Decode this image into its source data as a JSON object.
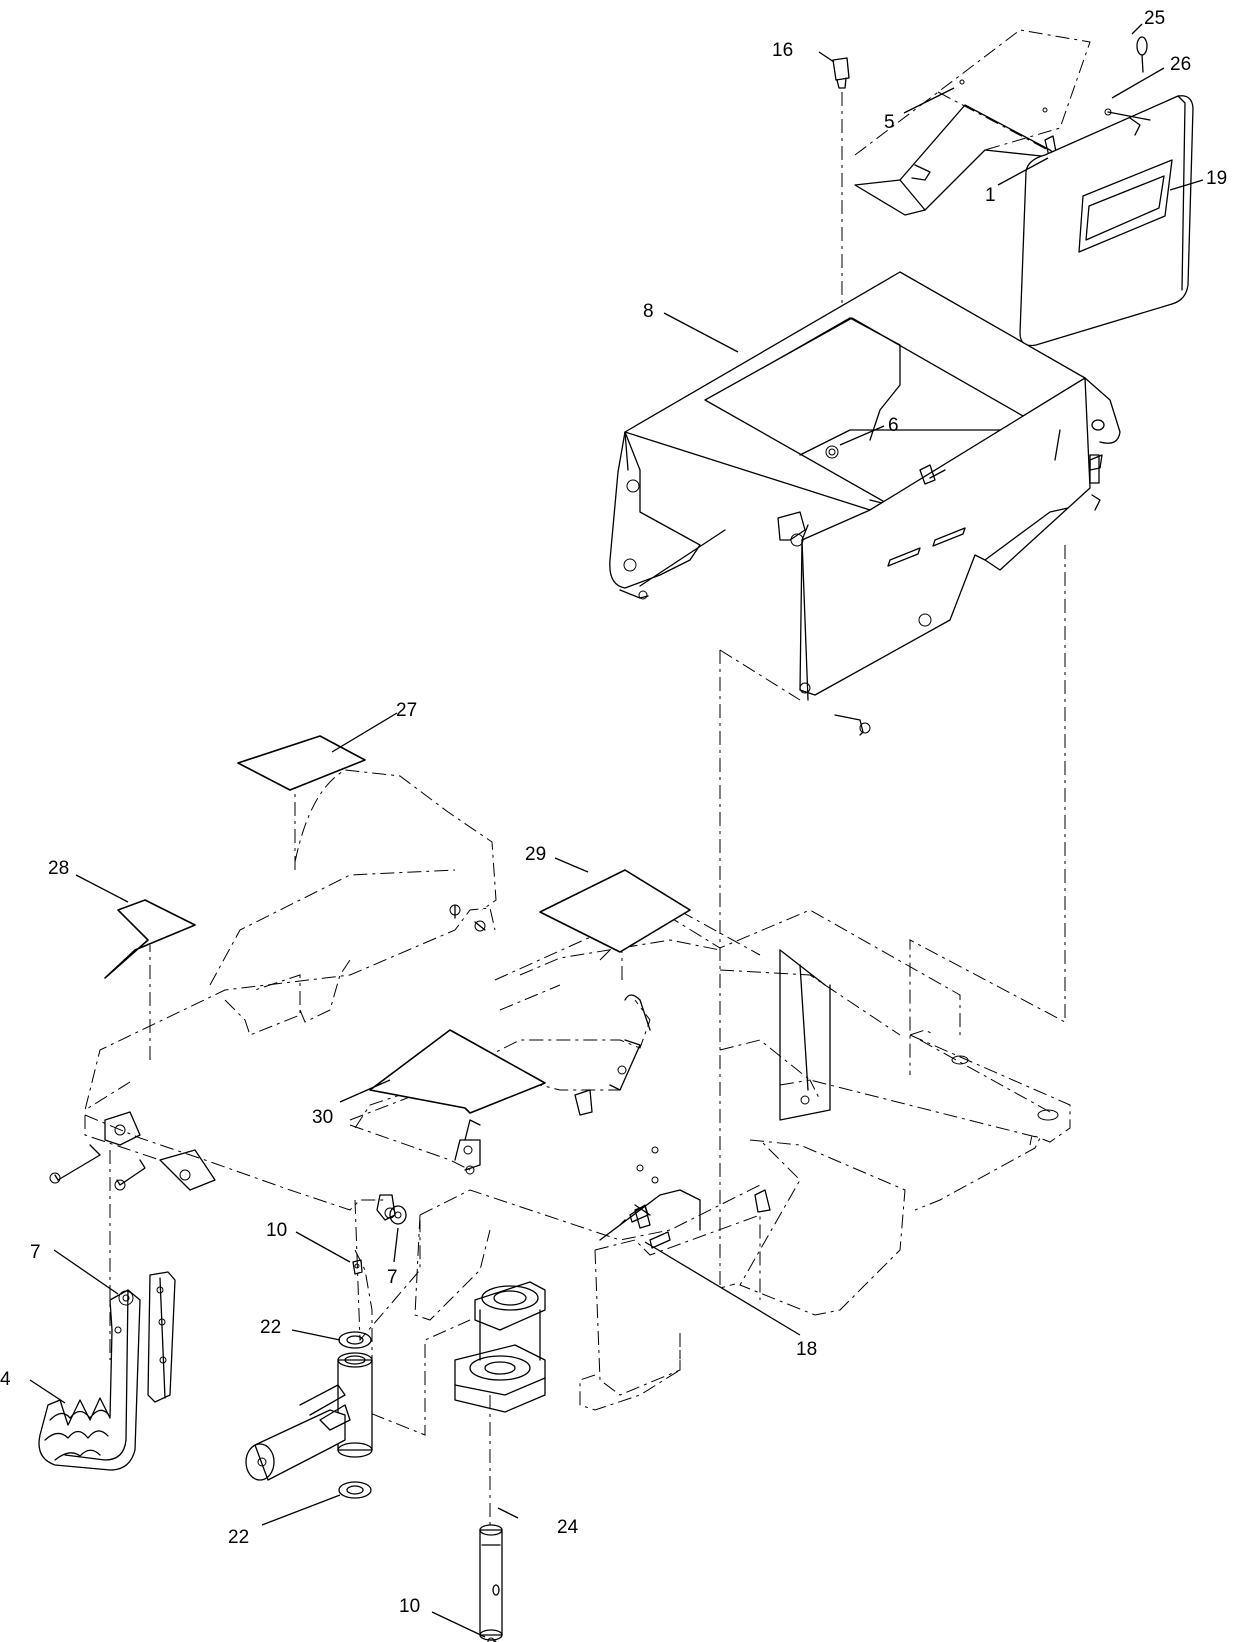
{
  "callouts": [
    {
      "id": "c25",
      "label": "25"
    },
    {
      "id": "c16",
      "label": "16"
    },
    {
      "id": "c26",
      "label": "26"
    },
    {
      "id": "c5",
      "label": "5"
    },
    {
      "id": "c1",
      "label": "1"
    },
    {
      "id": "c19",
      "label": "19"
    },
    {
      "id": "c8",
      "label": "8"
    },
    {
      "id": "c6",
      "label": "6"
    },
    {
      "id": "c27",
      "label": "27"
    },
    {
      "id": "c28",
      "label": "28"
    },
    {
      "id": "c29",
      "label": "29"
    },
    {
      "id": "c30",
      "label": "30"
    },
    {
      "id": "c10a",
      "label": "10"
    },
    {
      "id": "c7a",
      "label": "7"
    },
    {
      "id": "c7b",
      "label": "7"
    },
    {
      "id": "c22a",
      "label": "22"
    },
    {
      "id": "c18",
      "label": "18"
    },
    {
      "id": "c4",
      "label": "4"
    },
    {
      "id": "c22b",
      "label": "22"
    },
    {
      "id": "c24",
      "label": "24"
    },
    {
      "id": "c10b",
      "label": "10"
    }
  ]
}
